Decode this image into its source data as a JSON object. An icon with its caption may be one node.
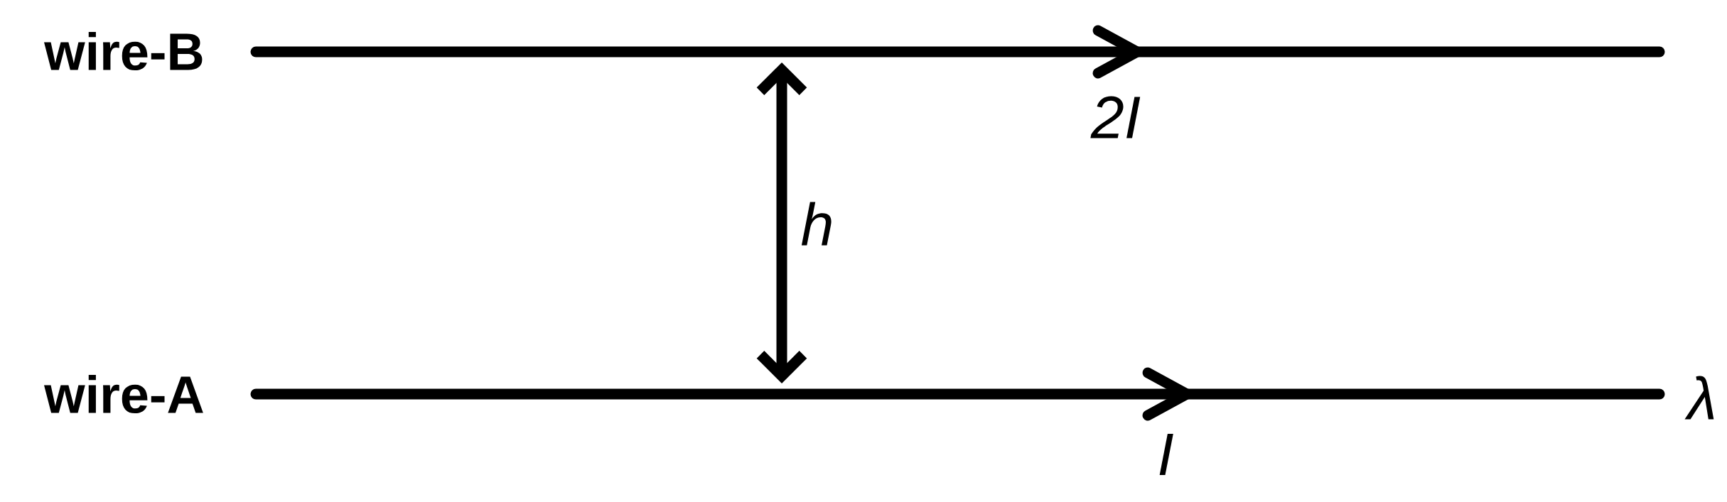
{
  "diagram": {
    "labels": [
      "wire-B",
      "2I",
      "h",
      "wire-A",
      "I",
      "λ"
    ]
  }
}
